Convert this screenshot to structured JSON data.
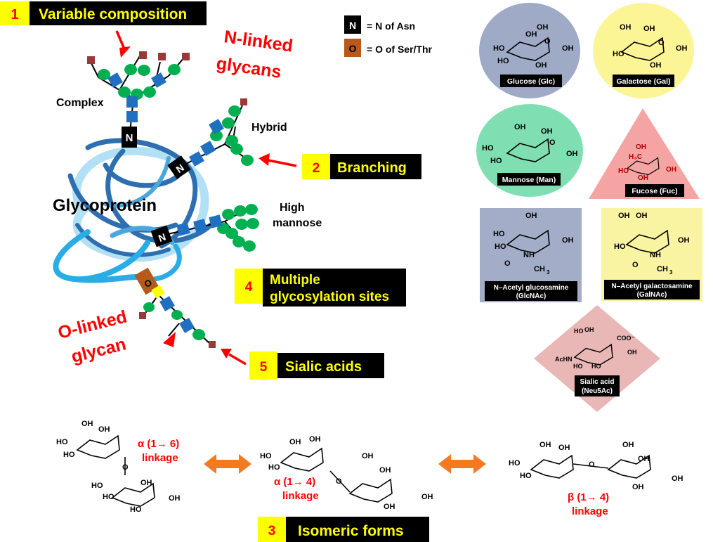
{
  "callouts": [
    {
      "num": "1",
      "label": "Variable composition"
    },
    {
      "num": "2",
      "label": "Branching"
    },
    {
      "num": "3",
      "label": "Isomeric forms"
    },
    {
      "num": "4",
      "label_line1": "Multiple",
      "label_line2": "glycosylation sites"
    },
    {
      "num": "5",
      "label": "Sialic acids"
    }
  ],
  "titles": {
    "n_linked_1": "N-linked",
    "n_linked_2": "glycans",
    "o_linked_1": "O-linked",
    "o_linked_2": "glycan",
    "glycoprotein": "Glycoprotein"
  },
  "glycan_types": {
    "complex": "Complex",
    "hybrid": "Hybrid",
    "high_1": "High",
    "high_2": "mannose"
  },
  "key": {
    "n_letter": "N",
    "n_label": "= N of Asn",
    "o_letter": "O",
    "o_label": "= O of Ser/Thr"
  },
  "sugars": {
    "glc": "Glucose (Glc)",
    "gal": "Galactose (Gal)",
    "man": "Mannose (Man)",
    "fuc": "Fucose (Fuc)",
    "glcnac_1": "N–Acetyl  glucosamine",
    "glcnac_2": "(GlcNAc)",
    "galnac_1": "N–Acetyl  galactosamine",
    "galnac_2": "(GalNAc)",
    "sia_1": "Sialic acid",
    "sia_2": "(Neu5Ac)"
  },
  "atoms": {
    "oh": "OH",
    "ho": "HO",
    "o": "O",
    "nh": "NH",
    "ch3": "CH",
    "three": "3",
    "h3c": "H₃C",
    "cooh": "COO⁻",
    "achn": "AcHN",
    "ho2": "HO"
  },
  "linkages": {
    "a16_1": "α (1→ 6)",
    "a16_2": "linkage",
    "a14_1": "α (1→ 4)",
    "a14_2": "linkage",
    "b14_1": "β (1→ 4)",
    "b14_2": "linkage"
  },
  "colors": {
    "yellow": "#ffff00",
    "black": "#000000",
    "red": "#ff0000",
    "glcnac_blue": "#1f70c1",
    "man_green": "#00b050",
    "sia_brown": "#9b3838",
    "fuc_red": "#ff0000",
    "o_brown": "#b65a1b",
    "glc_bg": "#9eaac6",
    "gal_bg": "#fcf596",
    "man_bg": "#7fdfb2",
    "fuc_bg": "#f5a4a4",
    "glcnac_bg": "#a3adc8",
    "galnac_bg": "#f9f4a2",
    "sia_bg": "#eab7b7",
    "protein_dark": "#2e6fb0",
    "protein_light": "#2aace6"
  }
}
